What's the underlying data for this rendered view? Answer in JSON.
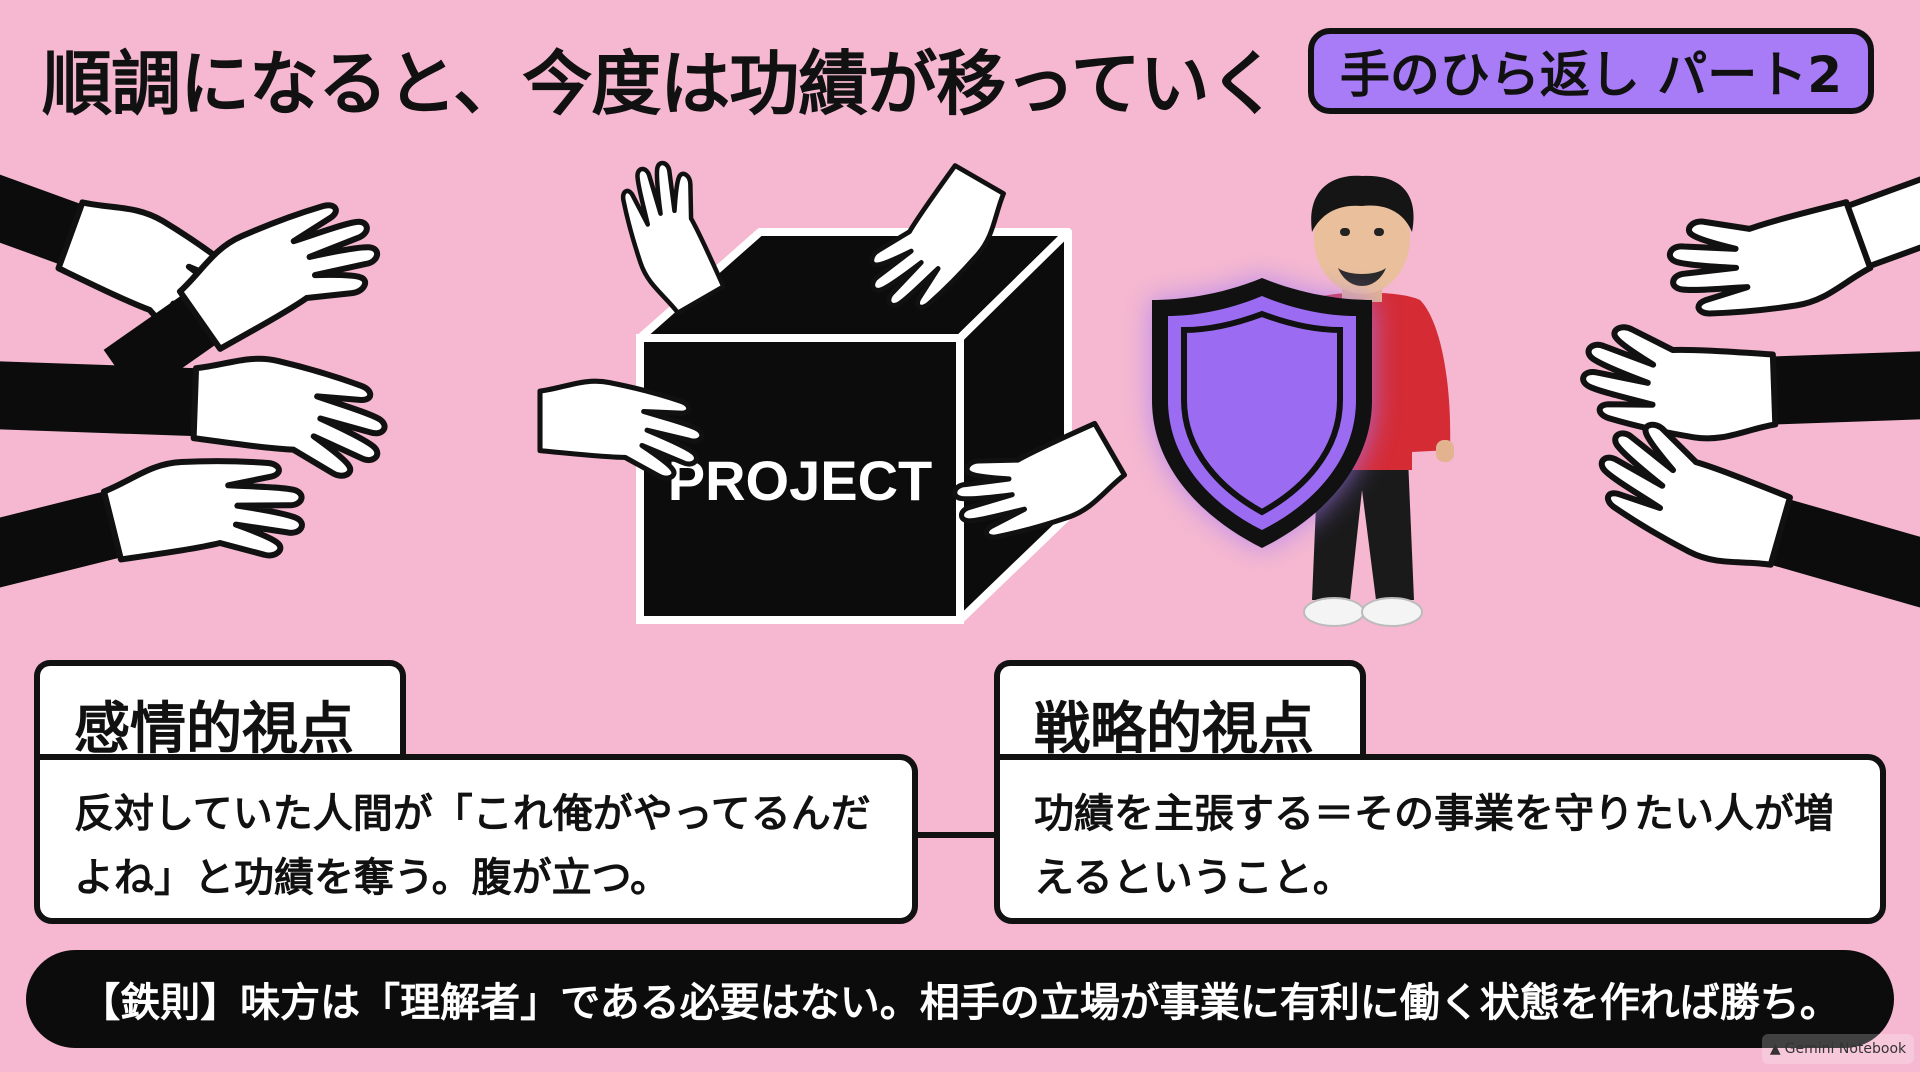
{
  "slide": {
    "title": "順調になると、今度は功績が移っていく",
    "badge": "手のひら返し パート2"
  },
  "illustration": {
    "box_label": "PROJECT"
  },
  "cards": [
    {
      "heading": "感情的視点",
      "body": "反対していた人間が「これ俺がやってるんだよね」と功績を奪う。腹が立つ。"
    },
    {
      "heading": "戦略的視点",
      "body": "功績を主張する＝その事業を守りたい人が増えるということ。"
    }
  ],
  "rule": "【鉄則】味方は「理解者」である必要はない。相手の立場が事業に有利に働く状態を作れば勝ち。",
  "watermark": "Gemini Notebook",
  "colors": {
    "background": "#f5b8d0",
    "accent_purple": "#a77cf6",
    "shield": "#9b6cf2",
    "sweater": "#d42b35",
    "ink": "#111111"
  }
}
